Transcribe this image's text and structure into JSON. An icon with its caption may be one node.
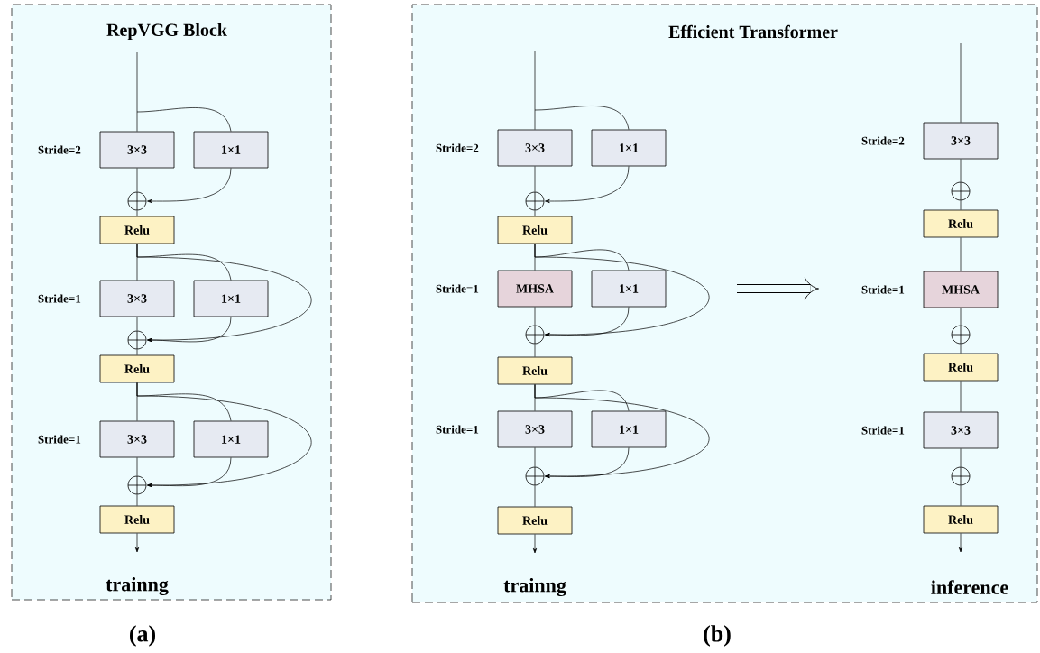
{
  "diagram": {
    "nodes": [
      {
        "text": [
          "RepVGG Block",
          "trainng"
        ]
      },
      {
        "text": [
          "3×3"
        ],
        "in": 0,
        "beside": [
          "Stride=2"
        ]
      },
      {
        "text": [
          "1×1"
        ],
        "in": 0
      },
      {
        "text": [],
        "shape": "circle",
        "in": 0
      },
      {
        "text": [
          "Relu"
        ],
        "in": 0
      },
      {
        "text": [
          "3×3"
        ],
        "in": 0,
        "beside": [
          "Stride=1"
        ]
      },
      {
        "text": [
          "1×1"
        ],
        "in": 0
      },
      {
        "text": [],
        "shape": "circle",
        "in": 0
      },
      {
        "text": [
          "Relu"
        ],
        "in": 0
      },
      {
        "text": [
          "3×3"
        ],
        "in": 0,
        "beside": [
          "Stride=1"
        ]
      },
      {
        "text": [
          "1×1"
        ],
        "in": 0
      },
      {
        "text": [],
        "shape": "circle",
        "in": 0
      },
      {
        "text": [
          "Relu"
        ],
        "in": 0
      },
      {
        "text": [
          "Efficient Transformer",
          "trainng",
          "inference"
        ]
      },
      {
        "text": [
          "3×3"
        ],
        "in": 13,
        "beside": [
          "Stride=2"
        ]
      },
      {
        "text": [
          "1×1"
        ],
        "in": 13
      },
      {
        "text": [],
        "shape": "circle",
        "in": 13
      },
      {
        "text": [
          "Relu"
        ],
        "in": 13
      },
      {
        "text": [
          "MHSA"
        ],
        "in": 13,
        "beside": [
          "Stride=1"
        ]
      },
      {
        "text": [
          "1×1"
        ],
        "in": 13
      },
      {
        "text": [],
        "shape": "circle",
        "in": 13
      },
      {
        "text": [
          "Relu"
        ],
        "in": 13
      },
      {
        "text": [
          "3×3"
        ],
        "in": 13,
        "beside": [
          "Stride=1"
        ]
      },
      {
        "text": [
          "1×1"
        ],
        "in": 13
      },
      {
        "text": [],
        "shape": "circle",
        "in": 13
      },
      {
        "text": [
          "Relu"
        ],
        "in": 13
      },
      {
        "text": [
          "3×3"
        ],
        "in": 13,
        "beside": [
          "Stride=2"
        ]
      },
      {
        "text": [],
        "shape": "circle",
        "in": 13
      },
      {
        "text": [
          "Relu"
        ],
        "in": 13
      },
      {
        "text": [
          "MHSA"
        ],
        "in": 13,
        "beside": [
          "Stride=1"
        ]
      },
      {
        "text": [],
        "shape": "circle",
        "in": 13
      },
      {
        "text": [
          "Relu"
        ],
        "in": 13
      },
      {
        "text": [
          "3×3"
        ],
        "in": 13,
        "beside": [
          "Stride=1"
        ]
      },
      {
        "text": [],
        "shape": "circle",
        "in": 13
      },
      {
        "text": [
          "Relu"
        ],
        "in": 13
      }
    ],
    "edges": [
      {
        "from": null,
        "to": 1,
        "arrow": "none"
      },
      {
        "from": null,
        "to": 2,
        "arrow": "none"
      },
      {
        "from": 1,
        "to": 3,
        "arrow": "none"
      },
      {
        "from": 2,
        "to": 3,
        "arrow": "to"
      },
      {
        "from": 3,
        "to": 4,
        "arrow": "none"
      },
      {
        "from": 4,
        "to": 5,
        "arrow": "none"
      },
      {
        "from": 4,
        "to": 6,
        "arrow": "none"
      },
      {
        "from": 4,
        "to": 7,
        "arrow": "to"
      },
      {
        "from": 5,
        "to": 7,
        "arrow": "none"
      },
      {
        "from": 6,
        "to": 7,
        "arrow": "to"
      },
      {
        "from": 7,
        "to": 8,
        "arrow": "none"
      },
      {
        "from": 8,
        "to": 9,
        "arrow": "none"
      },
      {
        "from": 8,
        "to": 10,
        "arrow": "none"
      },
      {
        "from": 8,
        "to": 11,
        "arrow": "to"
      },
      {
        "from": 9,
        "to": 11,
        "arrow": "none"
      },
      {
        "from": 10,
        "to": 11,
        "arrow": "to"
      },
      {
        "from": 11,
        "to": 12,
        "arrow": "none"
      },
      {
        "from": 12,
        "to": null,
        "arrow": "to"
      },
      {
        "from": null,
        "to": 14,
        "arrow": "none"
      },
      {
        "from": null,
        "to": 15,
        "arrow": "none"
      },
      {
        "from": 14,
        "to": 16,
        "arrow": "none"
      },
      {
        "from": 15,
        "to": 16,
        "arrow": "to"
      },
      {
        "from": 16,
        "to": 17,
        "arrow": "none"
      },
      {
        "from": 17,
        "to": 18,
        "arrow": "none"
      },
      {
        "from": 17,
        "to": 19,
        "arrow": "none"
      },
      {
        "from": 17,
        "to": 20,
        "arrow": "to"
      },
      {
        "from": 18,
        "to": 20,
        "arrow": "none"
      },
      {
        "from": 19,
        "to": 20,
        "arrow": "to"
      },
      {
        "from": 20,
        "to": 21,
        "arrow": "none"
      },
      {
        "from": 21,
        "to": 22,
        "arrow": "none"
      },
      {
        "from": 21,
        "to": 23,
        "arrow": "none"
      },
      {
        "from": 21,
        "to": 24,
        "arrow": "to"
      },
      {
        "from": 22,
        "to": 24,
        "arrow": "none"
      },
      {
        "from": 23,
        "to": 24,
        "arrow": "to"
      },
      {
        "from": 24,
        "to": 25,
        "arrow": "none"
      },
      {
        "from": 25,
        "to": null,
        "arrow": "to"
      },
      {
        "from": null,
        "to": 26,
        "arrow": "none"
      },
      {
        "from": 26,
        "to": 27,
        "arrow": "none"
      },
      {
        "from": 27,
        "to": 28,
        "arrow": "none"
      },
      {
        "from": 28,
        "to": 29,
        "arrow": "none"
      },
      {
        "from": 29,
        "to": 30,
        "arrow": "none"
      },
      {
        "from": 30,
        "to": 31,
        "arrow": "none"
      },
      {
        "from": 31,
        "to": 32,
        "arrow": "none"
      },
      {
        "from": 32,
        "to": 33,
        "arrow": "none"
      },
      {
        "from": 33,
        "to": 34,
        "arrow": "none"
      },
      {
        "from": 34,
        "to": null,
        "arrow": "to"
      }
    ],
    "labels": [
      "(a)",
      "(b)"
    ]
  }
}
